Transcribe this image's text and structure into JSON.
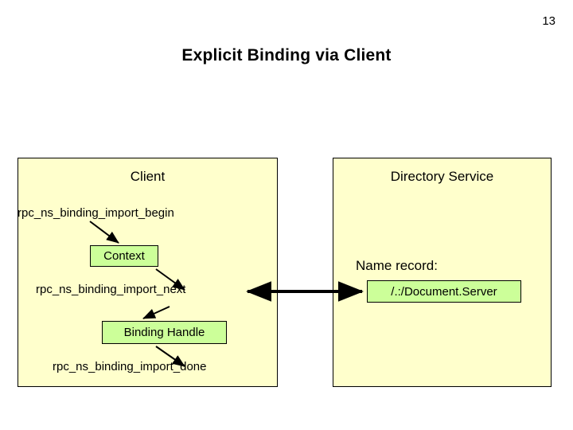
{
  "slide": {
    "page_number": "13",
    "title": "Explicit Binding via Client",
    "panels": {
      "client": {
        "heading": "Client",
        "steps": [
          {
            "id": "import-begin",
            "label": "rpc_ns_binding_import_begin"
          },
          {
            "id": "import-next",
            "label": "rpc_ns_binding_import_next"
          },
          {
            "id": "import-done",
            "label": "rpc_ns_binding_import_done"
          }
        ],
        "boxes": [
          {
            "id": "context",
            "label": "Context"
          },
          {
            "id": "binding-handle",
            "label": "Binding Handle"
          }
        ]
      },
      "directory": {
        "heading": "Directory Service",
        "name_record_label": "Name record:",
        "name_record_value": "/.:/Document.Server"
      }
    },
    "colors": {
      "panel_fill": "#ffffcc",
      "panel_border": "#000000",
      "highlight_fill": "#ccff99",
      "text": "#000000"
    },
    "arrows": [
      {
        "id": "begin-to-context",
        "from": "rpc_ns_binding_import_begin",
        "to": "Context"
      },
      {
        "id": "context-to-next",
        "from": "Context",
        "to": "rpc_ns_binding_import_next"
      },
      {
        "id": "next-to-record",
        "from": "rpc_ns_binding_import_next",
        "to": "Name record",
        "double": true
      },
      {
        "id": "next-to-handle",
        "from": "rpc_ns_binding_import_next",
        "to": "Binding Handle"
      },
      {
        "id": "handle-to-done",
        "from": "Binding Handle",
        "to": "rpc_ns_binding_import_done"
      }
    ]
  }
}
